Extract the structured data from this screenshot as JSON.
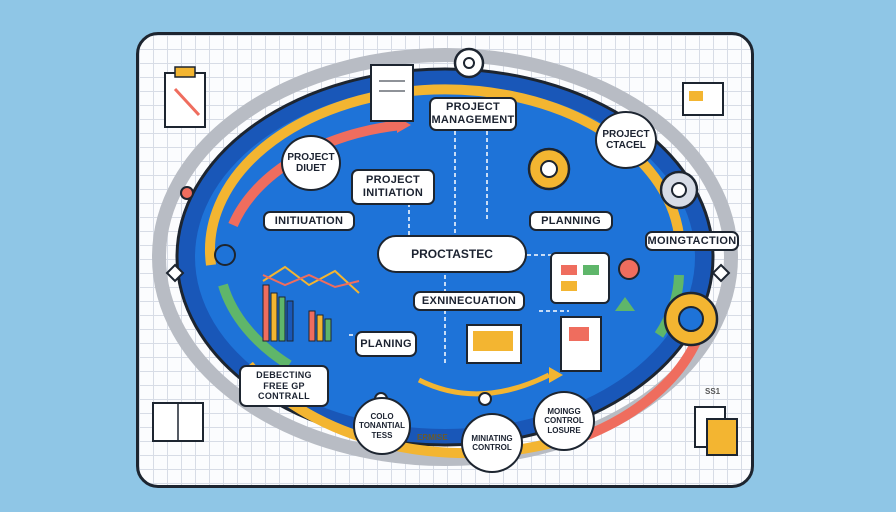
{
  "labels": {
    "project_management": "PROJECT\nMANAGEMENT",
    "project_diuet": "PROJECT\nDIUET",
    "project_ctacel": "PROJECT\nCTACEL",
    "project_initiation": "PROJECT\nINITIATION",
    "initiation": "INITIUATION",
    "planning": "PLANNING",
    "moingtaction": "MOINGTACTION",
    "center": "PROCTASTEC",
    "exnineuation": "EXNINECUATION",
    "planing": "PLANING",
    "debecting": "DEBECTING\nFREE GP\nCONTRALL",
    "colo_tonantial": "COLO\nTONANTIAL\nTESS",
    "minating_control": "MINIATING\nCONTROL",
    "moings_control": "MOINGG\nCONTROL\nLOSURE",
    "bottom_note": "ERMISE",
    "side_note": "SS1"
  },
  "colors": {
    "background": "#8fc6e6",
    "ring_blue": "#1e73d8",
    "ring_dark_blue": "#1957b8",
    "arrow_yellow": "#f3b531",
    "arrow_red": "#ef6d5e",
    "arrow_green": "#5fb66a",
    "arrow_gray": "#b8bcc4"
  },
  "icons": [
    "clipboard-icon",
    "gear-icon",
    "document-icon",
    "chart-icon",
    "book-icon",
    "calendar-icon",
    "monitor-icon"
  ]
}
